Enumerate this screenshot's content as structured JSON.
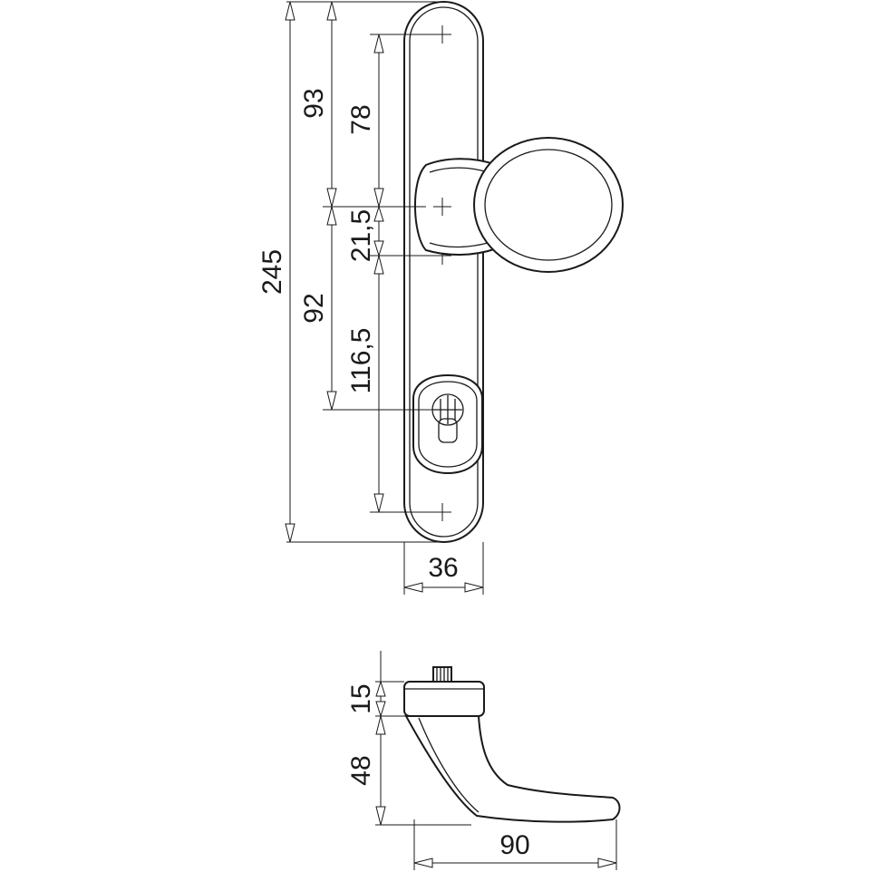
{
  "dimensions": {
    "total_height": "245",
    "top_to_knob": "93",
    "top_hole_to_knob": "78",
    "knob_to_hole": "21,5",
    "knob_to_cylinder": "92",
    "hole_to_bottom_hole": "116,5",
    "plate_width": "36",
    "plate_thickness": "15",
    "handle_drop": "48",
    "handle_length": "90"
  },
  "colors": {
    "line": "#1a1a1a",
    "background": "#ffffff"
  }
}
